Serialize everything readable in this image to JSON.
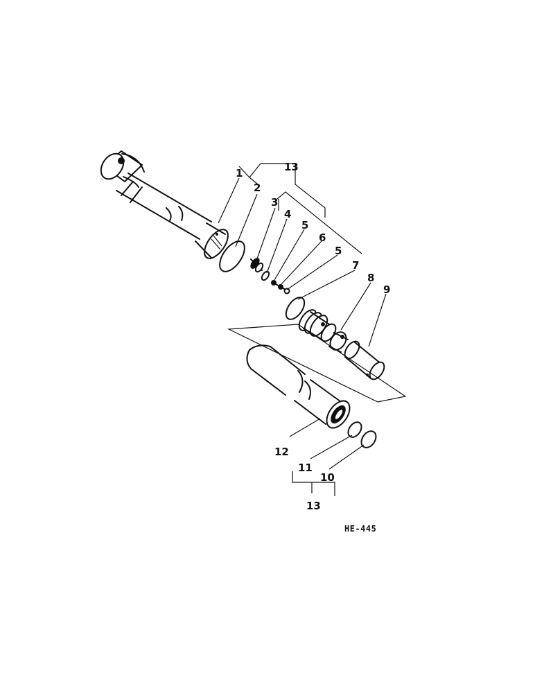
{
  "figure": {
    "code": "HE-445",
    "callouts": [
      {
        "id": "c1",
        "label": "1"
      },
      {
        "id": "c2",
        "label": "2"
      },
      {
        "id": "c3",
        "label": "3"
      },
      {
        "id": "c4",
        "label": "4"
      },
      {
        "id": "c5a",
        "label": "5"
      },
      {
        "id": "c6",
        "label": "6"
      },
      {
        "id": "c5b",
        "label": "5"
      },
      {
        "id": "c7",
        "label": "7"
      },
      {
        "id": "c8",
        "label": "8"
      },
      {
        "id": "c9",
        "label": "9"
      },
      {
        "id": "c10",
        "label": "10"
      },
      {
        "id": "c11",
        "label": "11"
      },
      {
        "id": "c12",
        "label": "12"
      },
      {
        "id": "c13a",
        "label": "13"
      },
      {
        "id": "c13b",
        "label": "13"
      }
    ]
  }
}
